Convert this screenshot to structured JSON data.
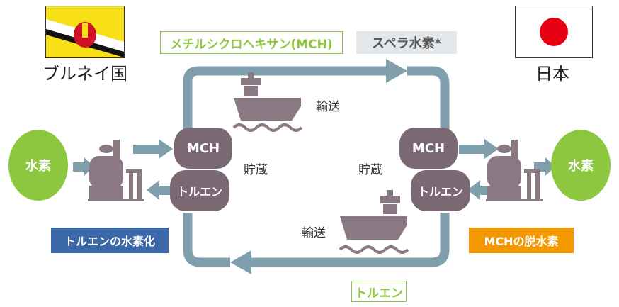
{
  "left_country": "ブルネイ国",
  "right_country": "日本",
  "mch_top_label": "メチルシクロヘキサン(MCH)",
  "spera_label": "スペラ水素*",
  "toluene_bottom_label": "トルエン",
  "hydrogen_left": "水素",
  "hydrogen_right": "水素",
  "storage_left": "貯蔵",
  "storage_right": "貯蔵",
  "transport_top": "輸送",
  "transport_bottom": "輸送",
  "tank_mch_left": "MCH",
  "tank_toluene_left": "トルエン",
  "tank_mch_right": "MCH",
  "tank_toluene_right": "トルエン",
  "process_left": "トルエンの水素化",
  "process_right": "MCHの脱水素",
  "colors": {
    "loop_arrow": "#7f9fad",
    "tank": "#7a6873",
    "hydrogen": "#8dc63f",
    "process_left_bg": "#3b68a8",
    "process_right_bg": "#f39800",
    "plant": "#8a7883"
  }
}
